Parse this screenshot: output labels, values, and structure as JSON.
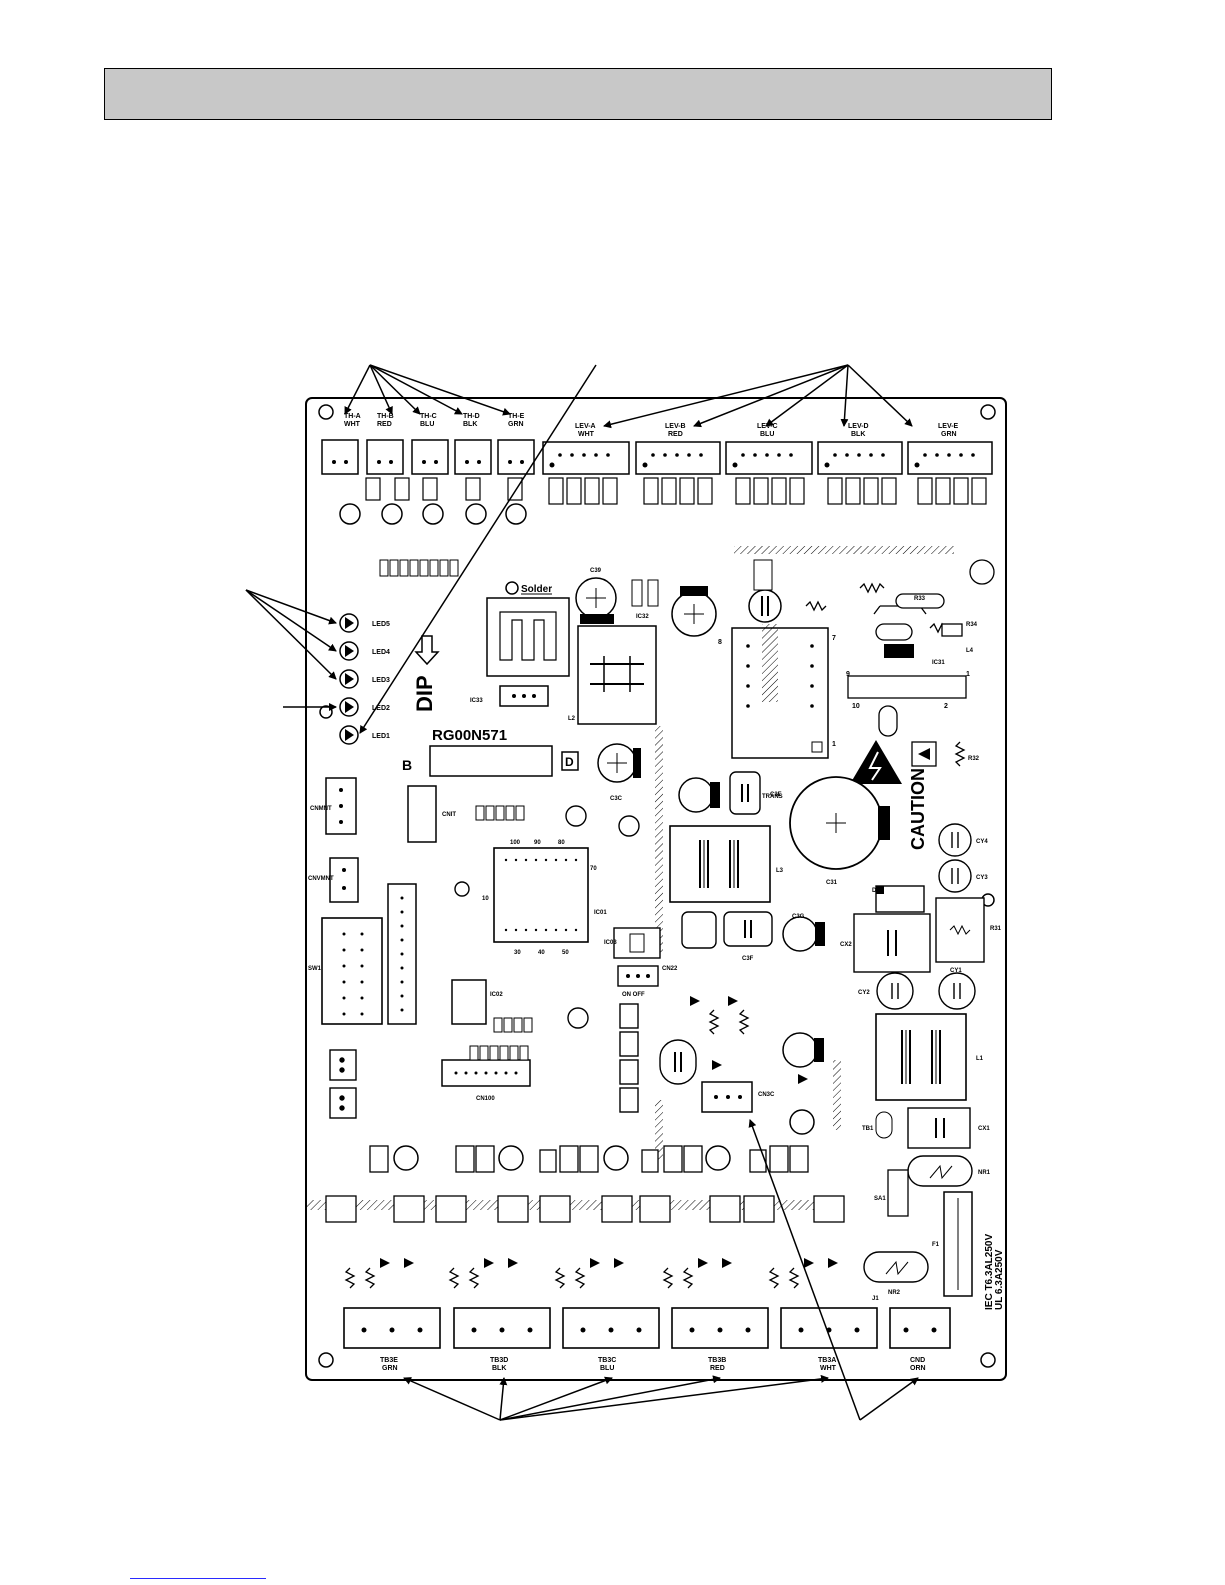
{
  "header": {
    "title": ""
  },
  "board": {
    "part_number": "RG00N571",
    "caution_label": "CAUTION",
    "solder_label": "Solder",
    "dip_label": "DIP",
    "fuse_label_1": "IEC T6.3AL250V",
    "fuse_label_2": "UL 6.3A250V",
    "top_connectors": [
      {
        "id": "TH-A",
        "color": "WHT"
      },
      {
        "id": "TH-B",
        "color": "RED"
      },
      {
        "id": "TH-C",
        "color": "BLU"
      },
      {
        "id": "TH-D",
        "color": "BLK"
      },
      {
        "id": "TH-E",
        "color": "GRN"
      }
    ],
    "lev_connectors": [
      {
        "id": "LEV-A",
        "color": "WHT"
      },
      {
        "id": "LEV-B",
        "color": "RED"
      },
      {
        "id": "LEV-C",
        "color": "BLU"
      },
      {
        "id": "LEV-D",
        "color": "BLK"
      },
      {
        "id": "LEV-E",
        "color": "GRN"
      }
    ],
    "leds": [
      "LED5",
      "LED4",
      "LED3",
      "LED2",
      "LED1"
    ],
    "bottom_terminals": [
      {
        "id": "TB3E",
        "color": "GRN"
      },
      {
        "id": "TB3D",
        "color": "BLK"
      },
      {
        "id": "TB3C",
        "color": "BLU"
      },
      {
        "id": "TB3B",
        "color": "RED"
      },
      {
        "id": "TB3A",
        "color": "WHT"
      },
      {
        "id": "CND",
        "color": "ORN"
      }
    ],
    "component_labels": {
      "ic33": "IC33",
      "ic32": "IC32",
      "ic31": "IC31",
      "ic01": "IC01",
      "ic02": "IC02",
      "ic03": "IC03",
      "l1": "L1",
      "l2": "L2",
      "l3": "L3",
      "l4": "L4",
      "c31": "C31",
      "c39": "C39",
      "c3c": "C3C",
      "c3g": "C3G",
      "c3f": "C3F",
      "c3e": "C3E",
      "cx1": "CX1",
      "cx2": "CX2",
      "cy1": "CY1",
      "cy2": "CY2",
      "cy3": "CY3",
      "cy4": "CY4",
      "r31": "R31",
      "r32": "R32",
      "r33": "R33",
      "r34": "R34",
      "sw1": "SW1",
      "cn100": "CN100",
      "cn3c": "CN3C",
      "cnit": "CNIT",
      "cnmnt": "CNMNT",
      "cnvmnt": "CNVMNT",
      "cn22": "CN22",
      "on_off": "ON OFF",
      "tb1": "TB1",
      "sa1": "SA1",
      "nr1": "NR1",
      "nr2": "NR2",
      "f1": "F1",
      "j1": "J1",
      "ds1": "DS1",
      "trans": "TRANS",
      "pin_1": "1",
      "pin_2": "2",
      "pin_7": "7",
      "pin_8": "8",
      "pin_9": "9",
      "pin_10": "10",
      "b_mark": "B",
      "d_mark": "D",
      "ic01_n1": "30",
      "ic01_n2": "40",
      "ic01_n3": "50",
      "ic01_n4": "100",
      "ic01_n5": "90",
      "ic01_n6": "80",
      "ic01_n7": "10",
      "ic01_n8": "70"
    }
  }
}
